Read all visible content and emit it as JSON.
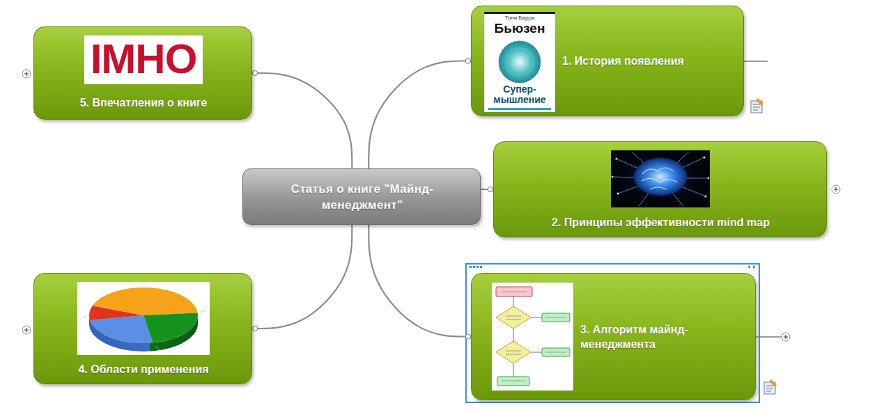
{
  "diagram": {
    "nodes": [
      {
        "text": [
          "Статья о книге \"Майнд-менеджмент\""
        ]
      },
      {
        "text": [
          "1. История появления"
        ]
      },
      {
        "text": [
          "2. Принципы эффективности mind map"
        ]
      },
      {
        "text": [
          "3. Алгоритм майнд-менеджмента"
        ]
      },
      {
        "text": [
          "4. Области применения"
        ]
      },
      {
        "text": [
          "5. Впечатления о книге"
        ]
      }
    ],
    "edges": [
      {
        "from": 0,
        "to": 1,
        "arrow": "none"
      },
      {
        "from": 0,
        "to": 2,
        "arrow": "none"
      },
      {
        "from": 0,
        "to": 3,
        "arrow": "none"
      },
      {
        "from": 0,
        "to": 4,
        "arrow": "none"
      },
      {
        "from": 0,
        "to": 5,
        "arrow": "none"
      }
    ],
    "labels": [
      "Тони Барри",
      "Бьюзен",
      "Супер-мышление",
      "IMHO"
    ]
  }
}
